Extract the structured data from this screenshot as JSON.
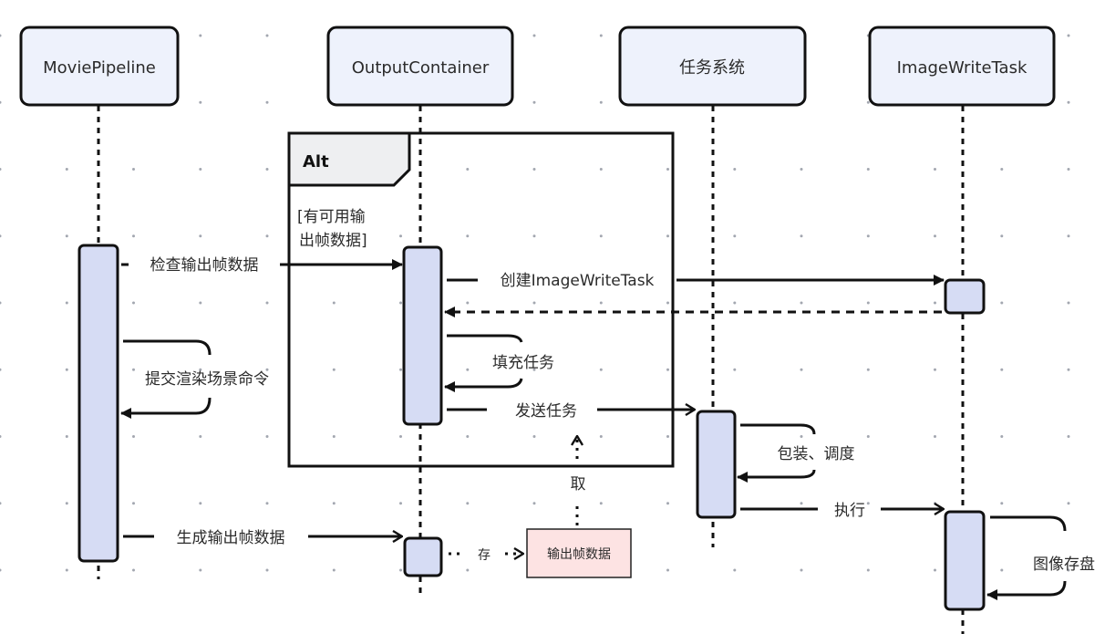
{
  "diagram": {
    "type": "sequence",
    "colors": {
      "participant_fill": "#eef2fc",
      "activation_fill": "#d6dcf4",
      "stroke": "#111111",
      "frame_header_fill": "#eeeff1",
      "note_fill": "#fde3e3",
      "grid_dot": "#a3a7b0"
    },
    "participants": [
      {
        "id": "mp",
        "label": "MoviePipeline"
      },
      {
        "id": "oc",
        "label": "OutputContainer"
      },
      {
        "id": "ts",
        "label": "任务系统"
      },
      {
        "id": "iw",
        "label": "ImageWriteTask"
      }
    ],
    "alt_frame": {
      "title": "Alt",
      "guard_line1": "[有可用输",
      "guard_line2": "出帧数据]"
    },
    "messages": [
      {
        "id": "m1",
        "from": "mp",
        "to": "oc",
        "label": "检查输出帧数据",
        "style": "solid",
        "head": "filled"
      },
      {
        "id": "m2",
        "from": "oc",
        "to": "iw",
        "label": "创建ImageWriteTask",
        "style": "solid",
        "head": "filled"
      },
      {
        "id": "m3",
        "from": "iw",
        "to": "oc",
        "label": "",
        "style": "dashed",
        "head": "filled"
      },
      {
        "id": "m4",
        "from": "mp",
        "to": "mp",
        "label": "提交渲染场景命令",
        "style": "self",
        "head": "filled"
      },
      {
        "id": "m5",
        "from": "oc",
        "to": "oc",
        "label": "填充任务",
        "style": "self",
        "head": "filled"
      },
      {
        "id": "m6",
        "from": "oc",
        "to": "ts",
        "label": "发送任务",
        "style": "solid",
        "head": "open"
      },
      {
        "id": "m7",
        "from": "ts",
        "to": "ts",
        "label": "包装、调度",
        "style": "self",
        "head": "filled"
      },
      {
        "id": "m8",
        "from": "ts",
        "to": "iw",
        "label": "执行",
        "style": "solid",
        "head": "open"
      },
      {
        "id": "m9",
        "from": "iw",
        "to": "iw",
        "label": "图像存盘",
        "style": "self",
        "head": "filled"
      },
      {
        "id": "m10",
        "from": "mp",
        "to": "oc",
        "label": "生成输出帧数据",
        "style": "solid",
        "head": "open"
      },
      {
        "id": "m11",
        "from": "oc",
        "to": "note",
        "label": "存",
        "style": "dotted",
        "head": "open"
      },
      {
        "id": "m12",
        "from": "note",
        "to": "alt",
        "label": "取",
        "style": "dotted",
        "head": "open"
      }
    ],
    "note": {
      "label": "输出帧数据"
    }
  }
}
